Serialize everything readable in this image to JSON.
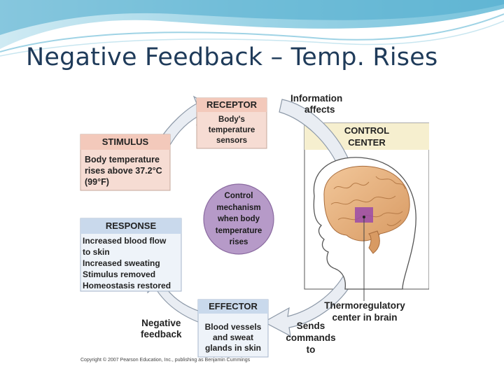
{
  "slide": {
    "title": "Negative Feedback – Temp. Rises"
  },
  "diagram": {
    "receptor": {
      "header": "RECEPTOR",
      "body": [
        "Body's",
        "temperature",
        "sensors"
      ]
    },
    "information_label": [
      "Information",
      "affects"
    ],
    "control_center": {
      "header": [
        "CONTROL",
        "CENTER"
      ]
    },
    "stimulus": {
      "header": "STIMULUS",
      "body": [
        "Body temperature",
        "rises above 37.2°C",
        "(99°F)"
      ]
    },
    "control_mechanism": [
      "Control",
      "mechanism",
      "when body",
      "temperature",
      "rises"
    ],
    "response": {
      "header": "RESPONSE",
      "body": [
        "Increased blood flow",
        "to skin",
        "Increased sweating",
        "Stimulus removed",
        "Homeostasis restored"
      ]
    },
    "effector": {
      "header": "EFFECTOR",
      "body": [
        "Blood vessels",
        "and sweat",
        "glands in skin"
      ]
    },
    "negative_feedback_label": [
      "Negative",
      "feedback"
    ],
    "sends_commands_label": [
      "Sends",
      "commands",
      "to"
    ],
    "thermoregulatory_label": [
      "Thermoregulatory",
      "center in brain"
    ],
    "copyright": "Copyright © 2007 Pearson Education, Inc., publishing as Benjamin Cummings"
  },
  "colors": {
    "title": "#1f3b5a",
    "stimulus_fill": "#f6dcd3",
    "stimulus_header": "#f3c9bb",
    "receptor_fill": "#f6dcd3",
    "response_fill": "#dfe8f3",
    "response_header": "#c9d9ec",
    "control_center_fill": "#f6efcf",
    "mechanism_fill": "#b69ac8",
    "arrow_fill": "#e9edf3"
  }
}
